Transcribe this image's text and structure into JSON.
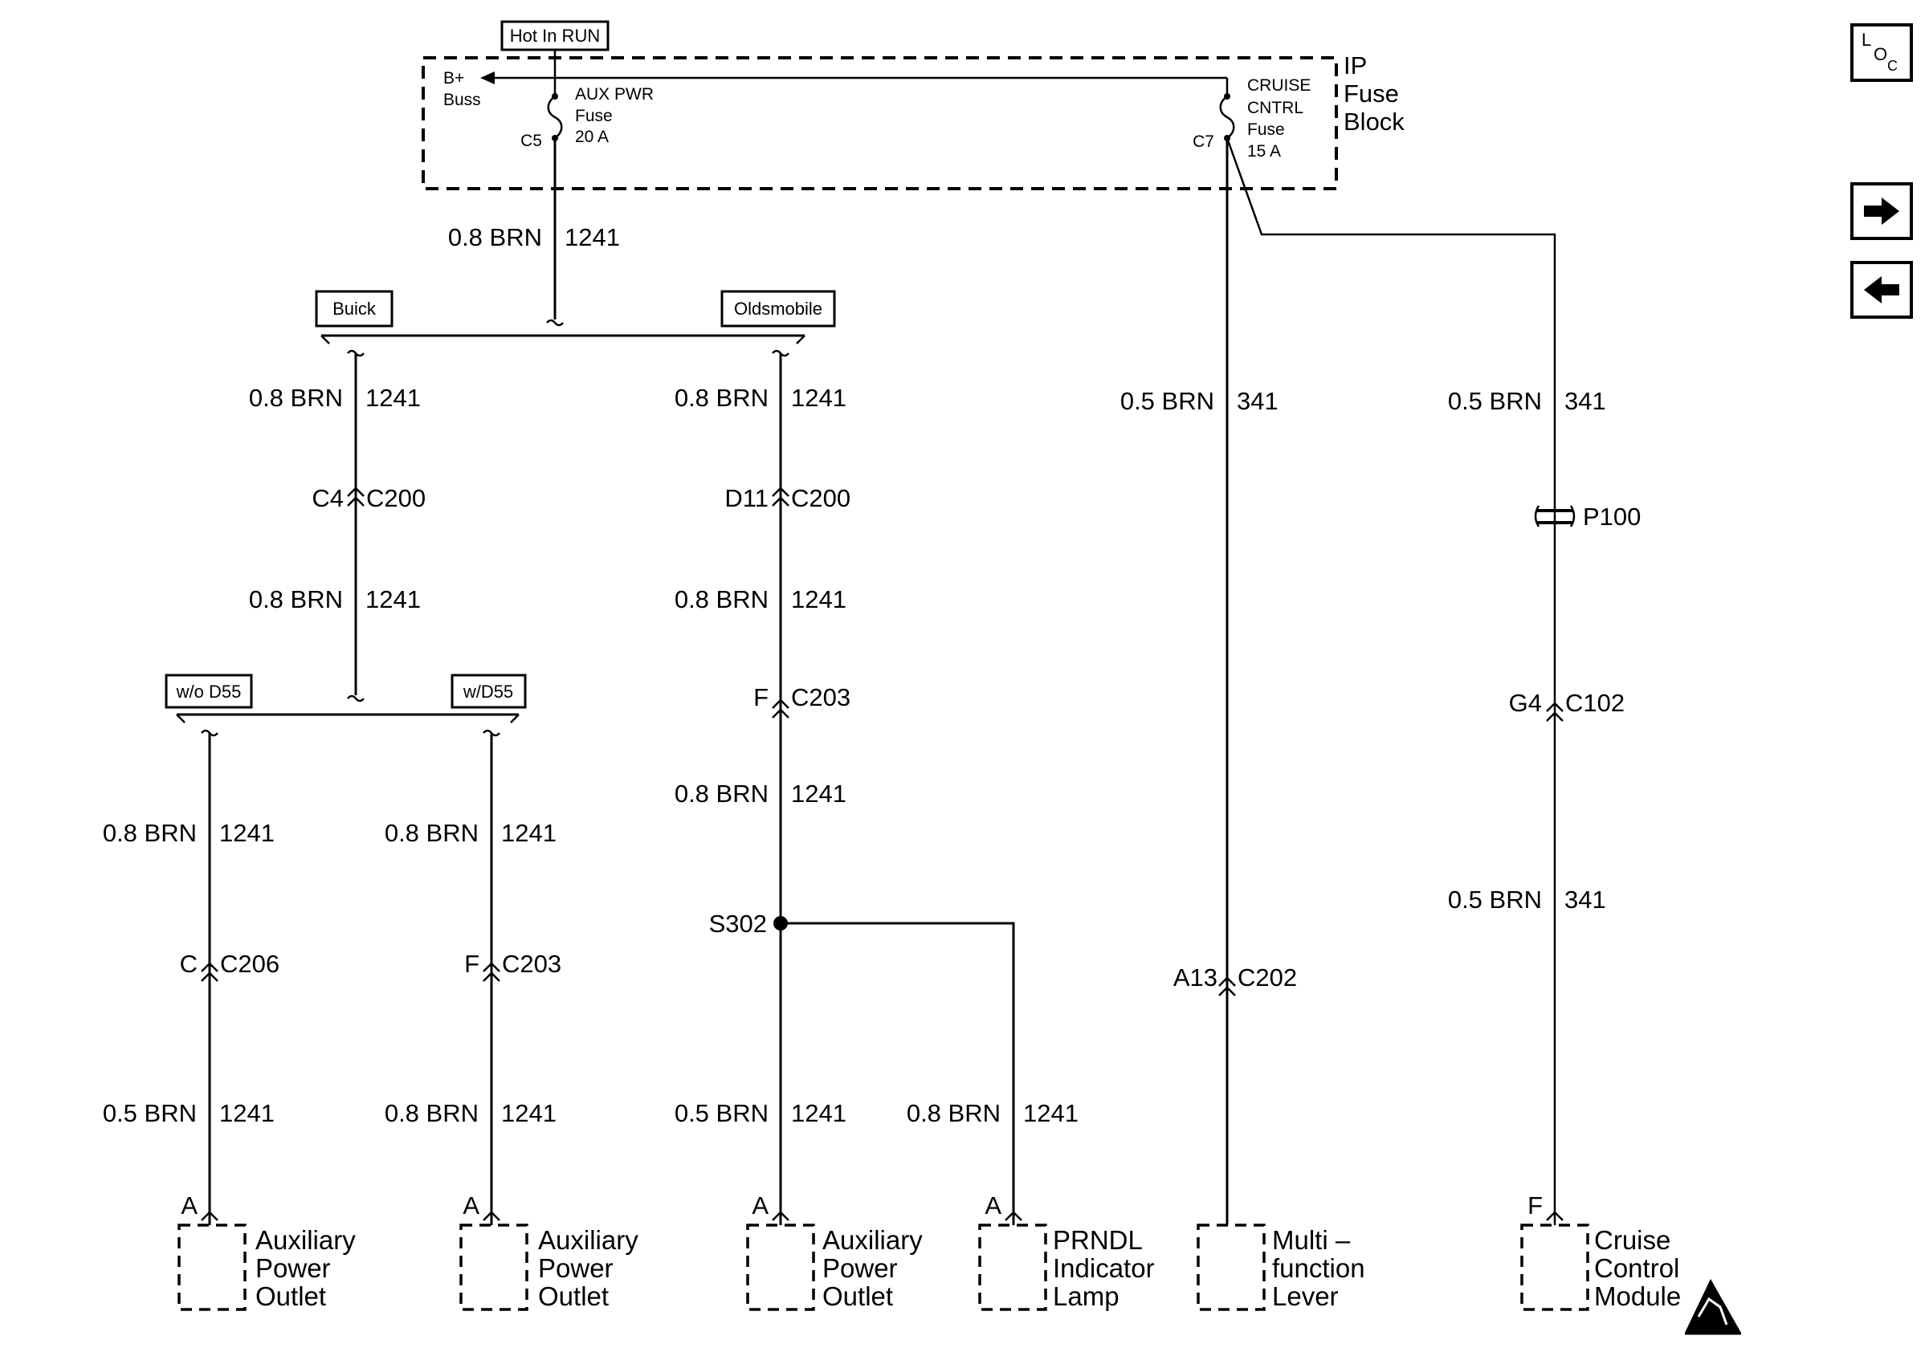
{
  "header": {
    "hot_in_run": "Hot In RUN"
  },
  "fuse_block": {
    "title_1": "IP",
    "title_2": "Fuse",
    "title_3": "Block",
    "bplus_1": "B+",
    "bplus_2": "Buss",
    "aux_fuse": {
      "line1": "AUX PWR",
      "line2": "Fuse",
      "line3": "20 A",
      "pin": "C5"
    },
    "cruise_fuse": {
      "line1": "CRUISE",
      "line2": "CNTRL",
      "line3": "Fuse",
      "line4": "15 A",
      "pin": "C7"
    }
  },
  "options": {
    "buick": "Buick",
    "oldsmobile": "Oldsmobile",
    "wo_d55": "w/o D55",
    "w_d55": "w/D55"
  },
  "wires": {
    "w_top": {
      "gauge": "0.8 BRN",
      "circuit": "1241"
    },
    "w_buick_1": {
      "gauge": "0.8 BRN",
      "circuit": "1241"
    },
    "w_buick_2": {
      "gauge": "0.8 BRN",
      "circuit": "1241"
    },
    "w_old_1": {
      "gauge": "0.8 BRN",
      "circuit": "1241"
    },
    "w_old_2": {
      "gauge": "0.8 BRN",
      "circuit": "1241"
    },
    "w_old_3": {
      "gauge": "0.8 BRN",
      "circuit": "1241"
    },
    "w_old_4": {
      "gauge": "0.5 BRN",
      "circuit": "1241"
    },
    "w_prndl": {
      "gauge": "0.8 BRN",
      "circuit": "1241"
    },
    "w_wo_1": {
      "gauge": "0.8 BRN",
      "circuit": "1241"
    },
    "w_wo_2": {
      "gauge": "0.5 BRN",
      "circuit": "1241"
    },
    "w_w_1": {
      "gauge": "0.8 BRN",
      "circuit": "1241"
    },
    "w_w_2": {
      "gauge": "0.8 BRN",
      "circuit": "1241"
    },
    "w_multi": {
      "gauge": "0.5 BRN",
      "circuit": "341"
    },
    "w_cruise_1": {
      "gauge": "0.5 BRN",
      "circuit": "341"
    },
    "w_cruise_2": {
      "gauge": "0.5 BRN",
      "circuit": "341"
    }
  },
  "connectors": {
    "buick_c200": {
      "pin": "C4",
      "name": "C200"
    },
    "old_c200": {
      "pin": "D11",
      "name": "C200"
    },
    "old_c203": {
      "pin": "F",
      "name": "C203"
    },
    "wo_c206": {
      "pin": "C",
      "name": "C206"
    },
    "w_c203": {
      "pin": "F",
      "name": "C203"
    },
    "multi_c202": {
      "pin": "A13",
      "name": "C202"
    },
    "cruise_c102": {
      "pin": "G4",
      "name": "C102"
    }
  },
  "splices": {
    "s302": "S302",
    "p100": "P100"
  },
  "components": {
    "aux_outlet_1": {
      "pin": "A",
      "line1": "Auxiliary",
      "line2": "Power",
      "line3": "Outlet"
    },
    "aux_outlet_2": {
      "pin": "A",
      "line1": "Auxiliary",
      "line2": "Power",
      "line3": "Outlet"
    },
    "aux_outlet_3": {
      "pin": "A",
      "line1": "Auxiliary",
      "line2": "Power",
      "line3": "Outlet"
    },
    "prndl_lamp": {
      "pin": "A",
      "line1": "PRNDL",
      "line2": "Indicator",
      "line3": "Lamp"
    },
    "multifunction_lever": {
      "pin": "",
      "line1": "Multi –",
      "line2": "function",
      "line3": "Lever"
    },
    "cruise_module": {
      "pin": "F",
      "line1": "Cruise",
      "line2": "Control",
      "line3": "Module"
    }
  },
  "nav": {
    "loc_l": "L",
    "loc_o": "O",
    "loc_c": "C",
    "forward_icon": "right-arrow-icon",
    "back_icon": "left-arrow-icon"
  },
  "icons": {
    "esd": "esd-warning-icon"
  }
}
